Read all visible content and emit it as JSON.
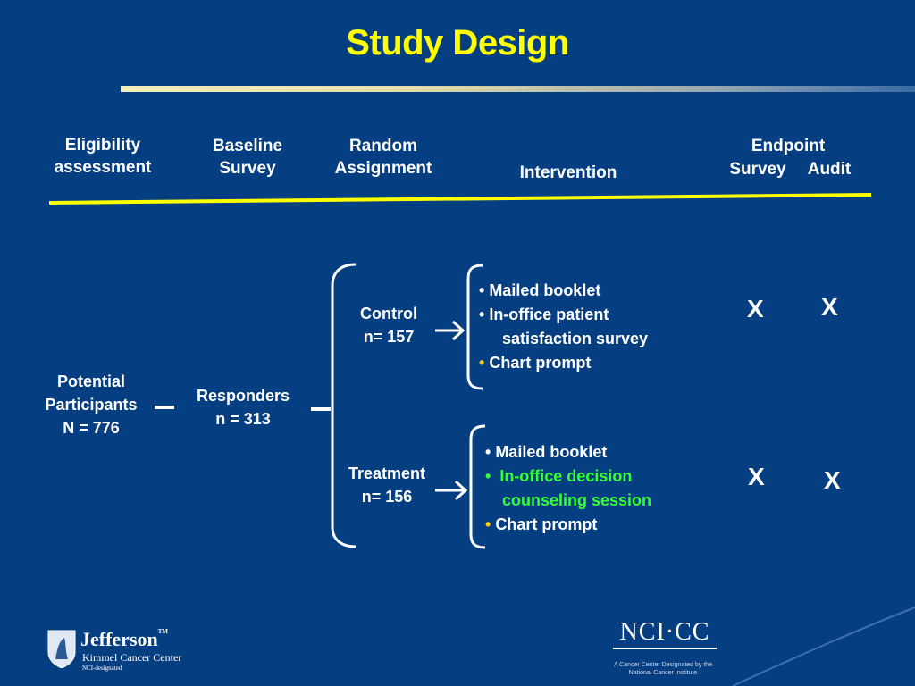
{
  "title": "Study Design",
  "headers": {
    "eligibility": [
      "Eligibility",
      "assessment"
    ],
    "baseline": [
      "Baseline",
      "Survey"
    ],
    "random": [
      "Random",
      "Assignment"
    ],
    "intervention": "Intervention",
    "endpoint": "Endpoint",
    "survey": "Survey",
    "audit": "Audit"
  },
  "potential": [
    "Potential",
    "Participants",
    "N = 776"
  ],
  "responders": [
    "Responders",
    "n = 313"
  ],
  "control": [
    "Control",
    "n= 157"
  ],
  "treatment": [
    "Treatment",
    "n= 156"
  ],
  "control_intervention": {
    "items": [
      "Mailed booklet",
      "In-office patient",
      "satisfaction survey",
      "Chart prompt"
    ]
  },
  "treatment_intervention": {
    "items": [
      "Mailed booklet",
      "In-office decision",
      "counseling session",
      "Chart prompt"
    ]
  },
  "marks": {
    "x": "X"
  },
  "logos": {
    "jefferson": "Jefferson",
    "tm": "TM",
    "kimmel": "Kimmel Cancer Center",
    "nci_designated": "NCI-designated",
    "ncicc": "NCI·CC",
    "ncicc_sub1": "A Cancer Center Designated by the",
    "ncicc_sub2": "National Cancer Institute"
  },
  "colors": {
    "background": "#063e82",
    "title": "#ffff00",
    "rule": "#ffff00",
    "green": "#33ff33",
    "orange_bullet": "#ffcc00"
  }
}
